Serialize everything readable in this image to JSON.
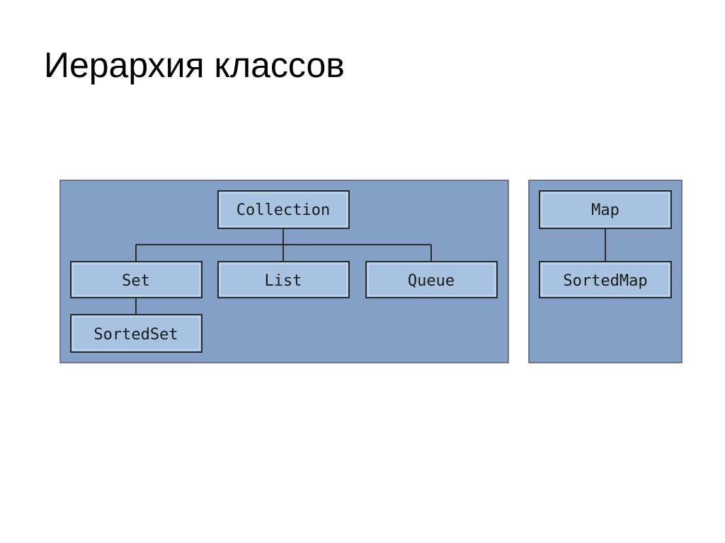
{
  "slide": {
    "title": "Иерархия классов"
  },
  "diagram": {
    "collection_hierarchy": {
      "root": "Collection",
      "children": [
        "Set",
        "List",
        "Queue"
      ],
      "set_child": "SortedSet"
    },
    "map_hierarchy": {
      "root": "Map",
      "child": "SortedMap"
    },
    "colors": {
      "panel_background": "#84a0c6",
      "node_fill": "#a8c2e2",
      "node_border": "#2b2b2b"
    }
  }
}
